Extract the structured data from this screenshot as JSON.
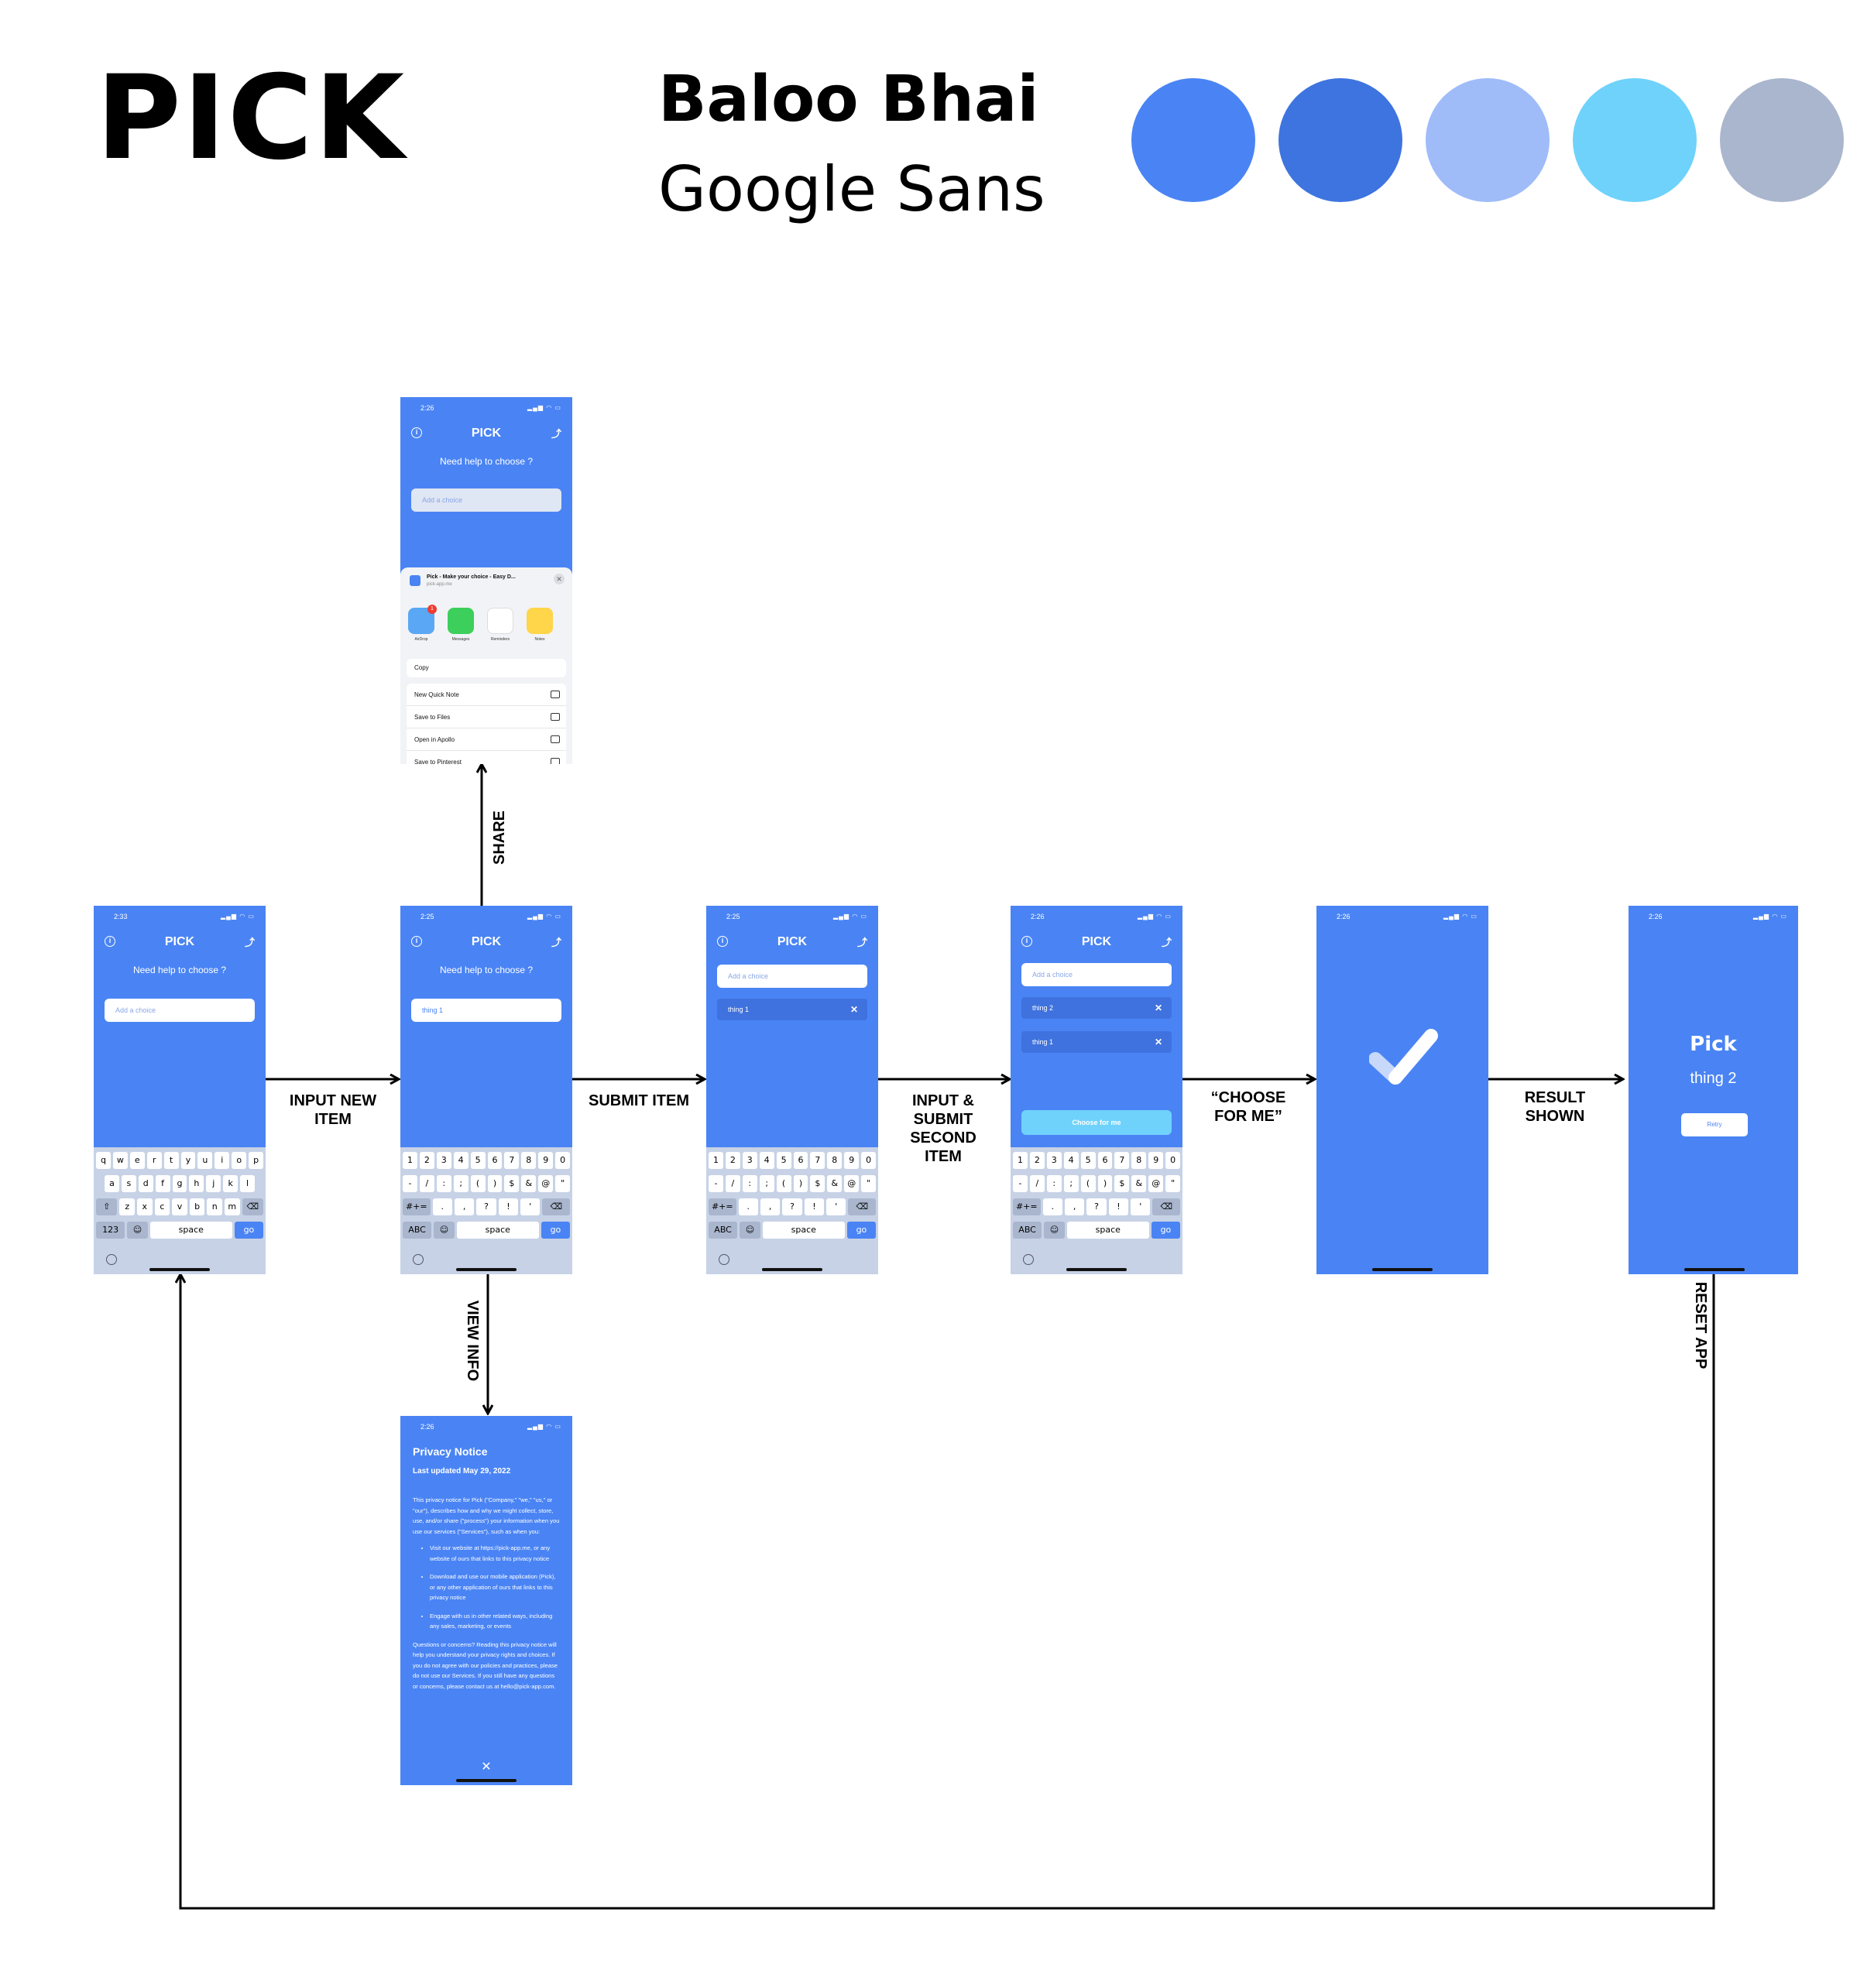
{
  "header": {
    "app_name": "PICK",
    "font_primary": "Baloo Bhai",
    "font_secondary": "Google Sans"
  },
  "palette": [
    "#4a84f4",
    "#3e74df",
    "#9fbcf9",
    "#6fd2fb",
    "#a9b6cd"
  ],
  "flow_labels": {
    "input_new_item": "INPUT NEW\nITEM",
    "submit_item": "SUBMIT ITEM",
    "input_submit_second": "INPUT &\nSUBMIT\nSECOND\nITEM",
    "choose_for_me": "“CHOOSE\nFOR ME”",
    "result_shown": "RESULT\nSHOWN",
    "share": "SHARE",
    "view_info": "VIEW INFO",
    "reset_app": "RESET APP"
  },
  "screens": {
    "common": {
      "title": "PICK",
      "prompt": "Need help to choose ?",
      "placeholder": "Add a choice",
      "info_glyph": "i",
      "share_glyph": "⤴",
      "signal": "▂▄▆ ◠ ▭"
    },
    "home": {
      "time": "2:33"
    },
    "typing": {
      "time": "2:25",
      "input_value": "thing 1"
    },
    "one_item": {
      "time": "2:25",
      "items": [
        "thing 1"
      ]
    },
    "two_items": {
      "time": "2:26",
      "items": [
        "thing 2",
        "thing 1"
      ],
      "cta": "Choose for me"
    },
    "loading": {
      "time": "2:26"
    },
    "result": {
      "time": "2:26",
      "title": "Pick",
      "value": "thing 2",
      "retry": "Retry"
    },
    "share_sheet": {
      "time": "2:26",
      "page_title": "Pick - Make your choice - Easy D...",
      "page_url": "pick-app.me",
      "apps": [
        {
          "label": "AirDrop",
          "icon": "airdrop-icon",
          "color": "#5aa7f5",
          "badge": "1"
        },
        {
          "label": "Messages",
          "icon": "messages-icon",
          "color": "#3ccf5b",
          "badge": ""
        },
        {
          "label": "Reminders",
          "icon": "reminders-icon",
          "color": "#ffffff",
          "badge": ""
        },
        {
          "label": "Notes",
          "icon": "notes-icon",
          "color": "#ffd54a",
          "badge": ""
        }
      ],
      "copy": "Copy",
      "actions": [
        "New Quick Note",
        "Save to Files",
        "Open in Apollo",
        "Save to Pinterest"
      ]
    },
    "privacy": {
      "time": "2:26",
      "title": "Privacy Notice",
      "updated": "Last updated May 29, 2022",
      "intro": "This privacy notice for Pick (\"Company,\" \"we,\" \"us,\" or \"our\"), describes how and why we might collect, store, use, and/or share (\"process\") your information when you use our services (\"Services\"), such as when you:",
      "bullets": [
        "Visit our website at https://pick-app.me, or any website of ours that links to this privacy notice",
        "Download and use our mobile application (Pick), or any other application of ours that links to this privacy notice",
        "Engage with us in other related ways, including any sales, marketing, or events"
      ],
      "outro": "Questions or concerns? Reading this privacy notice will help you understand your privacy rights and choices. If you do not agree with our policies and practices, please do not use our Services. If you still have any questions or concerns, please contact us at hello@pick-app.com.",
      "close": "✕"
    }
  },
  "keyboard": {
    "letters_row1": [
      "q",
      "w",
      "e",
      "r",
      "t",
      "y",
      "u",
      "i",
      "o",
      "p"
    ],
    "letters_row2": [
      "a",
      "s",
      "d",
      "f",
      "g",
      "h",
      "j",
      "k",
      "l"
    ],
    "letters_row3": [
      "z",
      "x",
      "c",
      "v",
      "b",
      "n",
      "m"
    ],
    "numbers_row1": [
      "1",
      "2",
      "3",
      "4",
      "5",
      "6",
      "7",
      "8",
      "9",
      "0"
    ],
    "numbers_row2": [
      "-",
      "/",
      ":",
      ";",
      "(",
      ")",
      "$",
      "&",
      "@",
      "\""
    ],
    "numbers_row3": [
      ".",
      ",",
      "?",
      "!",
      "'"
    ],
    "shift": "⇧",
    "delete": "⌫",
    "symbols": "#+=",
    "num_key": "123",
    "abc_key": "ABC",
    "emoji": "☺",
    "space": "space",
    "go": "go"
  }
}
